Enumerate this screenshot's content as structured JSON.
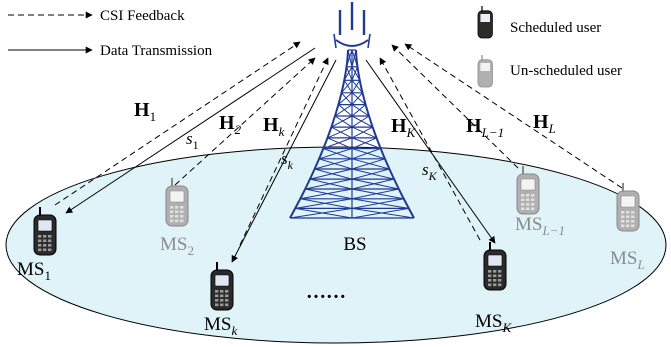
{
  "legend": {
    "csi_feedback": "CSI Feedback",
    "data_transmission": "Data Transmission",
    "scheduled_user": "Scheduled user",
    "unscheduled_user": "Un-scheduled user"
  },
  "base_station": {
    "label": "BS"
  },
  "ellipsis": "……",
  "channels": [
    {
      "base": "H",
      "sub": "1"
    },
    {
      "base": "H",
      "sub": "2"
    },
    {
      "base": "H",
      "sub": "k"
    },
    {
      "base": "H",
      "sub": "K"
    },
    {
      "base": "H",
      "sub": "L−1"
    },
    {
      "base": "H",
      "sub": "L"
    }
  ],
  "signals": [
    {
      "base": "s",
      "sub": "1"
    },
    {
      "base": "s",
      "sub": "k"
    },
    {
      "base": "s",
      "sub": "K"
    }
  ],
  "stations": [
    {
      "base": "MS",
      "sub": "1",
      "scheduled": true
    },
    {
      "base": "MS",
      "sub": "2",
      "scheduled": false
    },
    {
      "base": "MS",
      "sub": "k",
      "scheduled": true
    },
    {
      "base": "MS",
      "sub": "K",
      "scheduled": true
    },
    {
      "base": "MS",
      "sub": "L−1",
      "scheduled": false
    },
    {
      "base": "MS",
      "sub": "L",
      "scheduled": false
    }
  ],
  "colors": {
    "tower": "#1f3a93",
    "cell_fill": "#dff3f8",
    "scheduled_text": "#000000",
    "unscheduled_text": "#8c8c8c",
    "phone_dark": "#2b2b2b",
    "phone_light": "#b0b0b0"
  }
}
